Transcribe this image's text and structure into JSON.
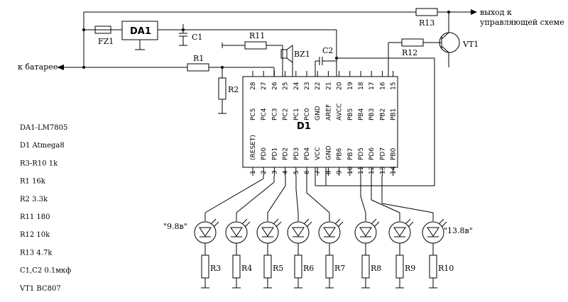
{
  "labels": {
    "output": "выход к",
    "output2": "управляющей схеме",
    "battery": "к батарее",
    "fz1": "FZ1",
    "da1": "DA1",
    "c1": "C1",
    "r11": "R11",
    "bz1": "BZ1",
    "c2": "C2",
    "r13": "R13",
    "r12": "R12",
    "vt1": "VT1",
    "r1": "R1",
    "r2": "R2",
    "d1": "D1",
    "led_low": "\"9.8в\"",
    "led_high": "\"13.8в\""
  },
  "top_pins": [
    {
      "num": "28",
      "name": "PC5"
    },
    {
      "num": "27",
      "name": "PC4"
    },
    {
      "num": "26",
      "name": "PC3"
    },
    {
      "num": "25",
      "name": "PC2"
    },
    {
      "num": "24",
      "name": "PC1"
    },
    {
      "num": "23",
      "name": "PC0"
    },
    {
      "num": "22",
      "name": "GND"
    },
    {
      "num": "21",
      "name": "AREF"
    },
    {
      "num": "20",
      "name": "AVCC"
    },
    {
      "num": "19",
      "name": "PB5"
    },
    {
      "num": "18",
      "name": "PB4"
    },
    {
      "num": "17",
      "name": "PB3"
    },
    {
      "num": "16",
      "name": "PB2"
    },
    {
      "num": "15",
      "name": "PB1"
    }
  ],
  "bottom_pins": [
    {
      "num": "1",
      "name": "(RESET)"
    },
    {
      "num": "2",
      "name": "PD0"
    },
    {
      "num": "3",
      "name": "PD1"
    },
    {
      "num": "4",
      "name": "PD2"
    },
    {
      "num": "5",
      "name": "PD3"
    },
    {
      "num": "6",
      "name": "PD4"
    },
    {
      "num": "7",
      "name": "VCC"
    },
    {
      "num": "8",
      "name": "GND"
    },
    {
      "num": "9",
      "name": "PB6"
    },
    {
      "num": "10",
      "name": "PB7"
    },
    {
      "num": "11",
      "name": "PD5"
    },
    {
      "num": "12",
      "name": "PD6"
    },
    {
      "num": "13",
      "name": "PD7"
    },
    {
      "num": "14",
      "name": "PB0"
    }
  ],
  "load_resistors": [
    "R3",
    "R4",
    "R5",
    "R6",
    "R7",
    "R8",
    "R9",
    "R10"
  ],
  "bom": [
    "DA1-LM7805",
    "D1 Atmega8",
    "R3-R10  1k",
    "R1 16k",
    "R2  3.3k",
    "R11  180",
    "R12 10k",
    "R13 4.7k",
    "C1,C2 0.1мкф",
    "VT1 BC807"
  ]
}
